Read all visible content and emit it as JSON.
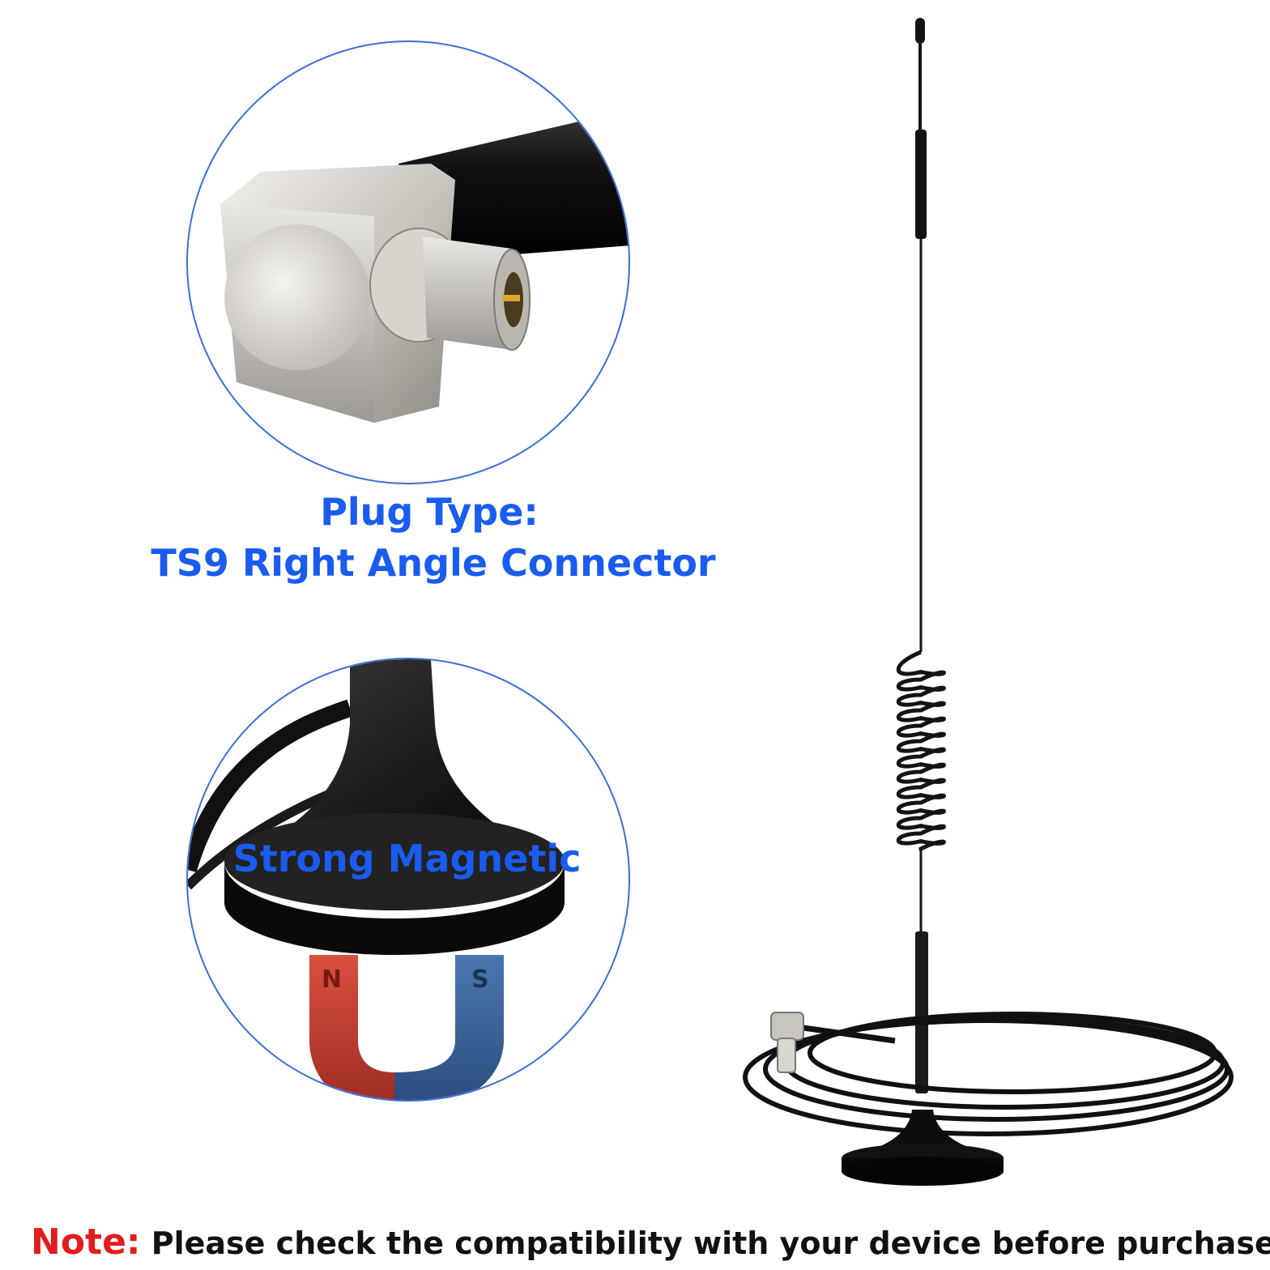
{
  "captions": {
    "plug_title": "Plug Type:",
    "plug_detail": "TS9 Right Angle Connector",
    "magnetic": "Strong Magnetic"
  },
  "magnet": {
    "north": "N",
    "south": "S"
  },
  "note": {
    "label": "Note:",
    "text": "Please check the compatibility with your device before purchase."
  },
  "colors": {
    "caption_blue": "#1a5cf0",
    "note_red": "#e21d1d",
    "circle_border": "#3a6fd8",
    "antenna_black": "#141414"
  }
}
